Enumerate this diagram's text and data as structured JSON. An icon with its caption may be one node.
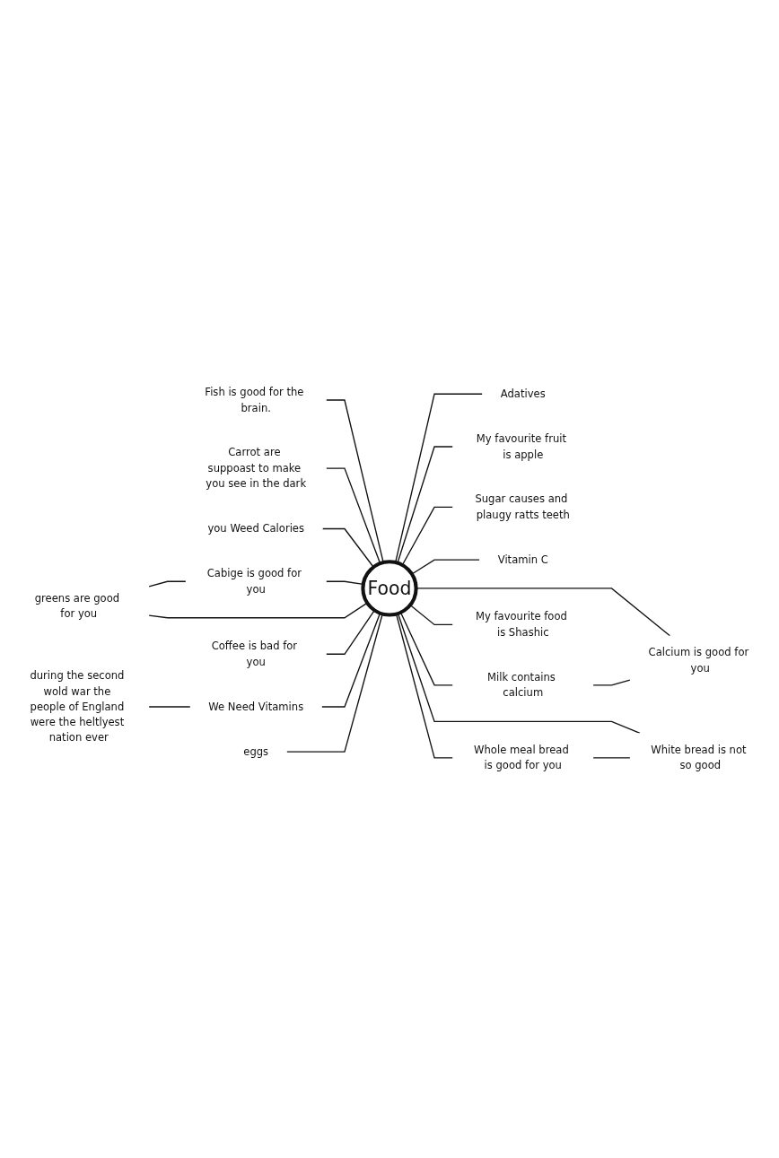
{
  "diagram": {
    "nodes": [
      {
        "text": [
          "Fish is good for the brain."
        ]
      },
      {
        "text": [
          "Adatives"
        ]
      },
      {
        "text": [
          "Carrot are suppoast to make you see in the dark"
        ]
      },
      {
        "text": [
          "My favourite fruit is apple"
        ]
      },
      {
        "text": [
          "you Weed Calories"
        ]
      },
      {
        "text": [
          "Sugar causes and plaugy ratts teeth"
        ]
      },
      {
        "text": [
          "Cabige is good for you"
        ]
      },
      {
        "text": [
          "Vitamin C"
        ]
      },
      {
        "text": [
          "Food"
        ]
      },
      {
        "text": [
          "Milk contains calcium"
        ]
      },
      {
        "text": [
          "greens are good for you"
        ]
      },
      {
        "text": [
          "Calcium is good for you"
        ]
      },
      {
        "text": [
          "We Need Vitamins"
        ]
      },
      {
        "text": [
          "My favourite food is Shashic"
        ]
      },
      {
        "text": [
          "Coffee is bad for you"
        ]
      },
      {
        "text": [
          "eggs"
        ]
      },
      {
        "text": [
          "Whole meal bread is good for you"
        ]
      },
      {
        "text": [
          "during the second wold war the people of England were the heltlyest nation ever"
        ]
      },
      {
        "text": [
          "White bread is not so good"
        ]
      }
    ],
    "edges": [
      {
        "from": 0,
        "to": 8,
        "arrow": "none"
      },
      {
        "from": 2,
        "to": 8,
        "arrow": "none"
      },
      {
        "from": 4,
        "to": 8,
        "arrow": "none"
      },
      {
        "from": 6,
        "to": 8,
        "arrow": "none"
      },
      {
        "from": 10,
        "to": 8,
        "arrow": "none"
      },
      {
        "from": 14,
        "to": 8,
        "arrow": "none"
      },
      {
        "from": 12,
        "to": 8,
        "arrow": "none"
      },
      {
        "from": 15,
        "to": 8,
        "arrow": "none"
      },
      {
        "from": 8,
        "to": 3,
        "arrow": "none"
      },
      {
        "from": 8,
        "to": 1,
        "arrow": "none"
      },
      {
        "from": 8,
        "to": 5,
        "arrow": "none"
      },
      {
        "from": 8,
        "to": 7,
        "arrow": "none"
      },
      {
        "from": 8,
        "to": 9,
        "arrow": "none"
      },
      {
        "from": 8,
        "to": 11,
        "arrow": "none"
      },
      {
        "from": 8,
        "to": 13,
        "arrow": "none"
      },
      {
        "from": 8,
        "to": 16,
        "arrow": "none"
      },
      {
        "from": 8,
        "to": 18,
        "arrow": "none"
      },
      {
        "from": 10,
        "to": 6,
        "arrow": "none"
      },
      {
        "from": 9,
        "to": 11,
        "arrow": "none"
      },
      {
        "from": 17,
        "to": 12,
        "arrow": "none"
      },
      {
        "from": 16,
        "to": 18,
        "arrow": "none"
      }
    ]
  }
}
